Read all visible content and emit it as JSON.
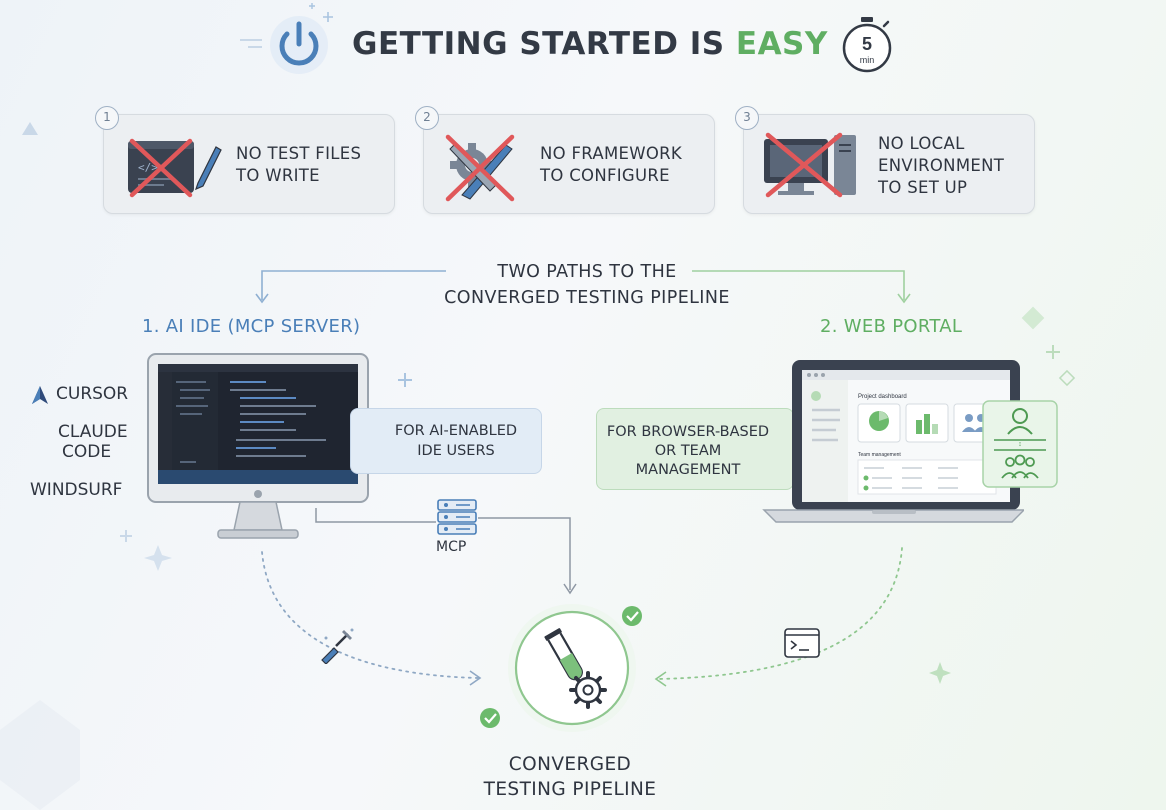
{
  "header": {
    "title_prefix": "GETTING STARTED IS ",
    "title_emphasis": "EASY",
    "timer_value": "5",
    "timer_unit": "min"
  },
  "steps": [
    {
      "number": "1",
      "line1": "NO TEST FILES",
      "line2": "TO WRITE",
      "line3": "",
      "icon": "code-editor-crossed-icon"
    },
    {
      "number": "2",
      "line1": "NO FRAMEWORK",
      "line2": "TO CONFIGURE",
      "line3": "",
      "icon": "tools-crossed-icon"
    },
    {
      "number": "3",
      "line1": "NO LOCAL",
      "line2": "ENVIRONMENT",
      "line3": "TO SET UP",
      "icon": "computer-crossed-icon"
    }
  ],
  "paths": {
    "title_line1": "TWO PATHS TO THE",
    "title_line2": "CONVERGED TESTING PIPELINE",
    "ide_path": {
      "label": "1. AI IDE (MCP SERVER)",
      "tools": [
        "CURSOR",
        "CLAUDE",
        "CODE",
        "WINDSURF"
      ],
      "note_line1": "FOR AI-ENABLED",
      "note_line2": "IDE USERS",
      "connector_label": "MCP"
    },
    "web_path": {
      "label": "2. WEB PORTAL",
      "note_line1": "FOR BROWSER-BASED",
      "note_line2": "OR TEAM",
      "note_line3": "MANAGEMENT",
      "dashboard_title": "Project dashboard",
      "team_label": "Team management"
    }
  },
  "pipeline": {
    "line1": "CONVERGED",
    "line2": "TESTING PIPELINE"
  },
  "colors": {
    "blue_accent": "#4a7fb8",
    "green_accent": "#5fae62",
    "cross_red": "#e0585a"
  }
}
